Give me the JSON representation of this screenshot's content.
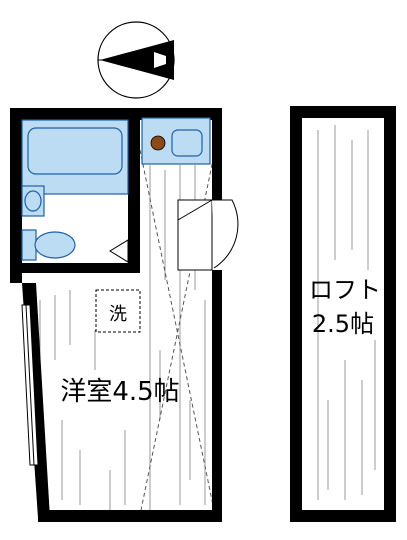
{
  "rooms": {
    "western_room": "洋室4.5帖",
    "loft_line1": "ロフト",
    "loft_line2": "2.5帖",
    "washer": "洗"
  },
  "colors": {
    "wall": "#000000",
    "fixture_fill": "#bcdcf4",
    "fixture_stroke": "#1f5fa8",
    "grain": "#9a9a9a",
    "sink_knob": "#8a4a1a"
  },
  "icons": {
    "compass": "north-arrow-compass-icon"
  }
}
